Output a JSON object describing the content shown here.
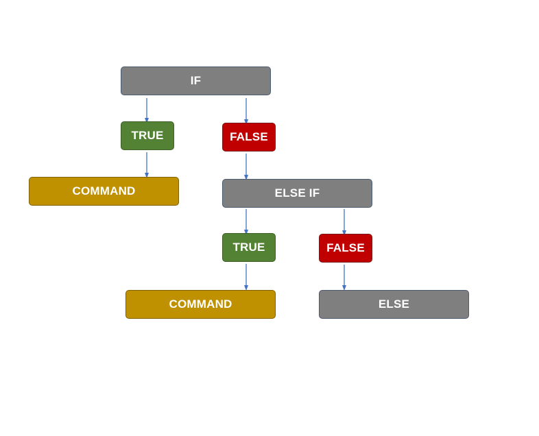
{
  "diagram": {
    "if_label": "IF",
    "true_1_label": "TRUE",
    "false_1_label": "FALSE",
    "command_1_label": "COMMAND",
    "else_if_label": "ELSE IF",
    "true_2_label": "TRUE",
    "false_2_label": "FALSE",
    "command_2_label": "COMMAND",
    "else_label": "ELSE"
  },
  "colors": {
    "condition": "#7f7f7f",
    "true": "#548235",
    "false": "#c00000",
    "command": "#bf9000",
    "arrow": "#4472c4"
  }
}
